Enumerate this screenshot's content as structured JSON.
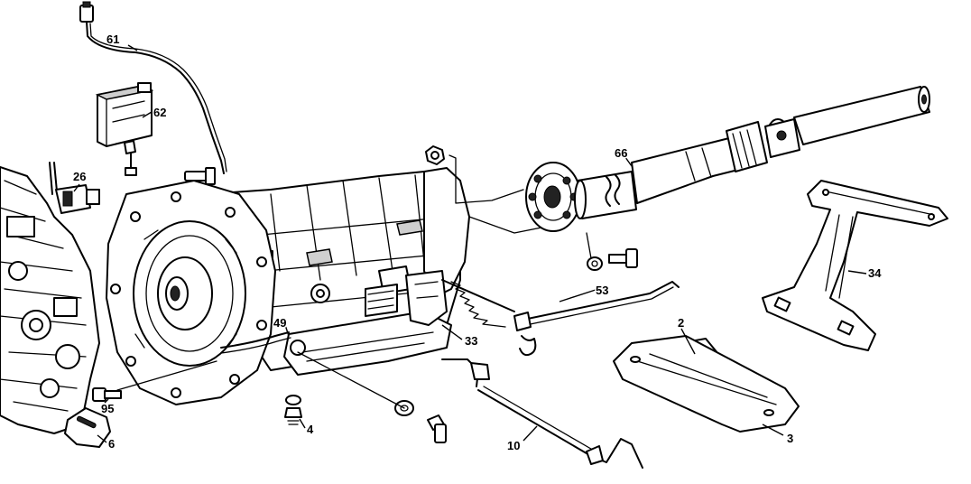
{
  "callouts": [
    {
      "id": "p61",
      "label": "61"
    },
    {
      "id": "p62",
      "label": "62"
    },
    {
      "id": "p26",
      "label": "26"
    },
    {
      "id": "p66",
      "label": "66"
    },
    {
      "id": "p34",
      "label": "34"
    },
    {
      "id": "p53",
      "label": "53"
    },
    {
      "id": "p33",
      "label": "33"
    },
    {
      "id": "p49",
      "label": "49"
    },
    {
      "id": "p2",
      "label": "2"
    },
    {
      "id": "p3",
      "label": "3"
    },
    {
      "id": "p95",
      "label": "95"
    },
    {
      "id": "p6",
      "label": "6"
    },
    {
      "id": "p4",
      "label": "4"
    },
    {
      "id": "p10",
      "label": "10"
    }
  ]
}
